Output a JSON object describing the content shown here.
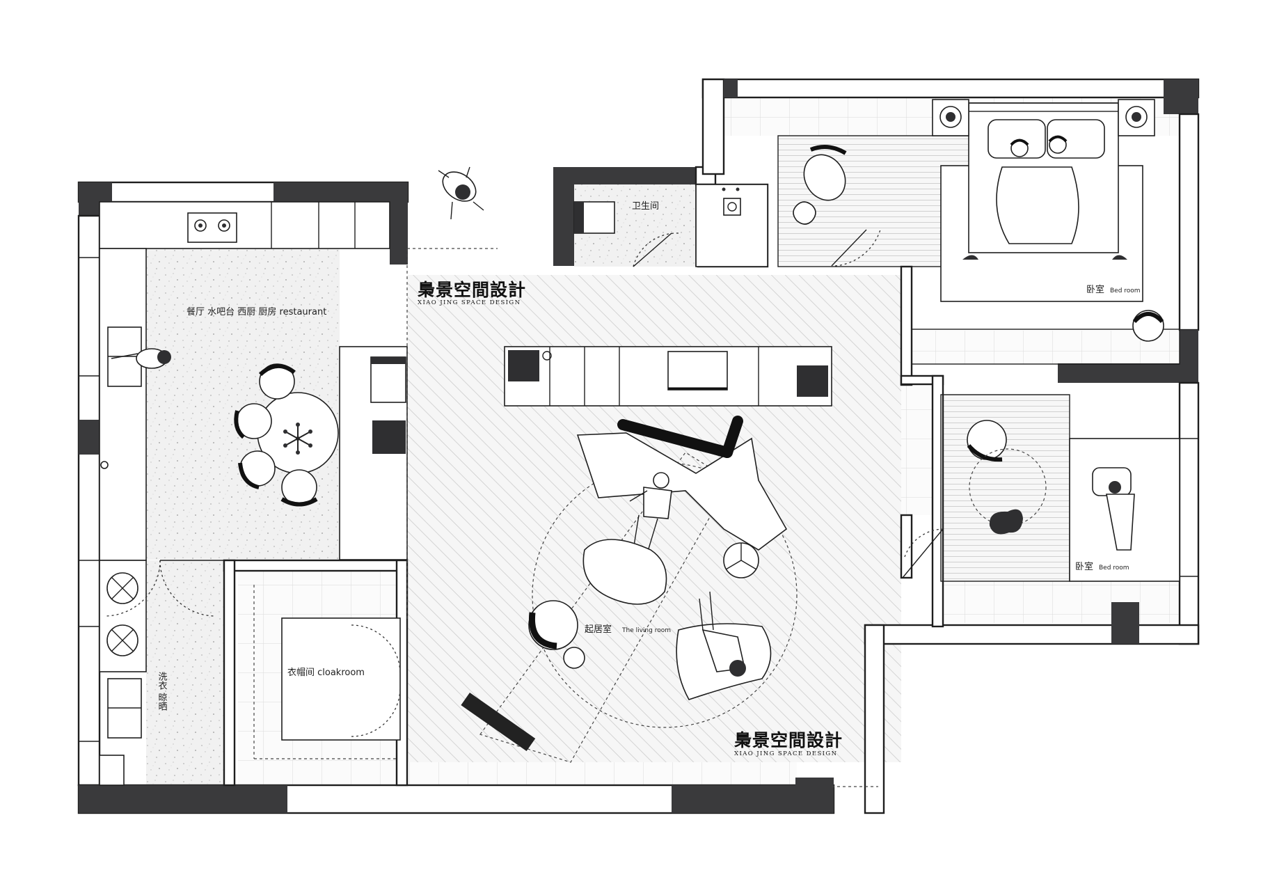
{
  "rooms": {
    "dining": "餐厅 水吧台 西厨  厨房 restaurant",
    "bathroom": "卫生间",
    "master_bedroom_cn": "卧室",
    "master_bedroom_en": "Bed room",
    "kids_bedroom_cn": "卧室",
    "kids_bedroom_en": "Bed room",
    "living_cn": "起居室",
    "living_en": "The living room",
    "cloakroom": "衣帽间 cloakroom",
    "laundry": "洗衣 晾晒"
  },
  "brand": {
    "top_name": "梟景空間設計",
    "top_sub": "XIAO JING SPACE DESIGN",
    "bottom_name": "梟景空間設計",
    "bottom_sub": "XIAO JING SPACE DESIGN"
  },
  "colors": {
    "wall": "#3a3a3c",
    "line": "#1e1e1e",
    "background": "#ffffff"
  }
}
